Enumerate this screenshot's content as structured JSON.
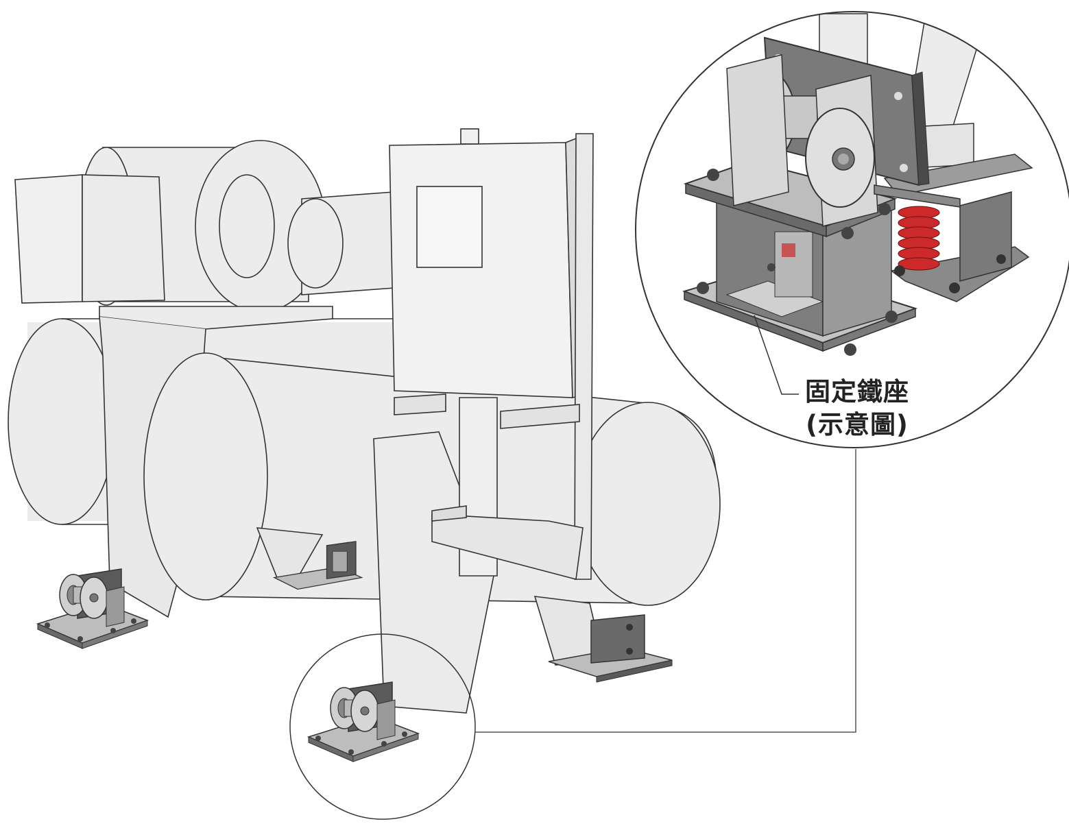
{
  "callout": {
    "label_line1": "固定鐵座",
    "label_line2": "(示意圖)"
  },
  "colors": {
    "body_fill": "#ececec",
    "outline": "#333333",
    "metal": "#a8a8a8",
    "metal_dark": "#5a5a5a",
    "spring": "#cc2a2a"
  },
  "components": {
    "equipment": "chiller-unit",
    "fixing_base": "fixed-steel-mount-with-cylinder",
    "spring_isolator": "spring-vibration-isolator"
  }
}
